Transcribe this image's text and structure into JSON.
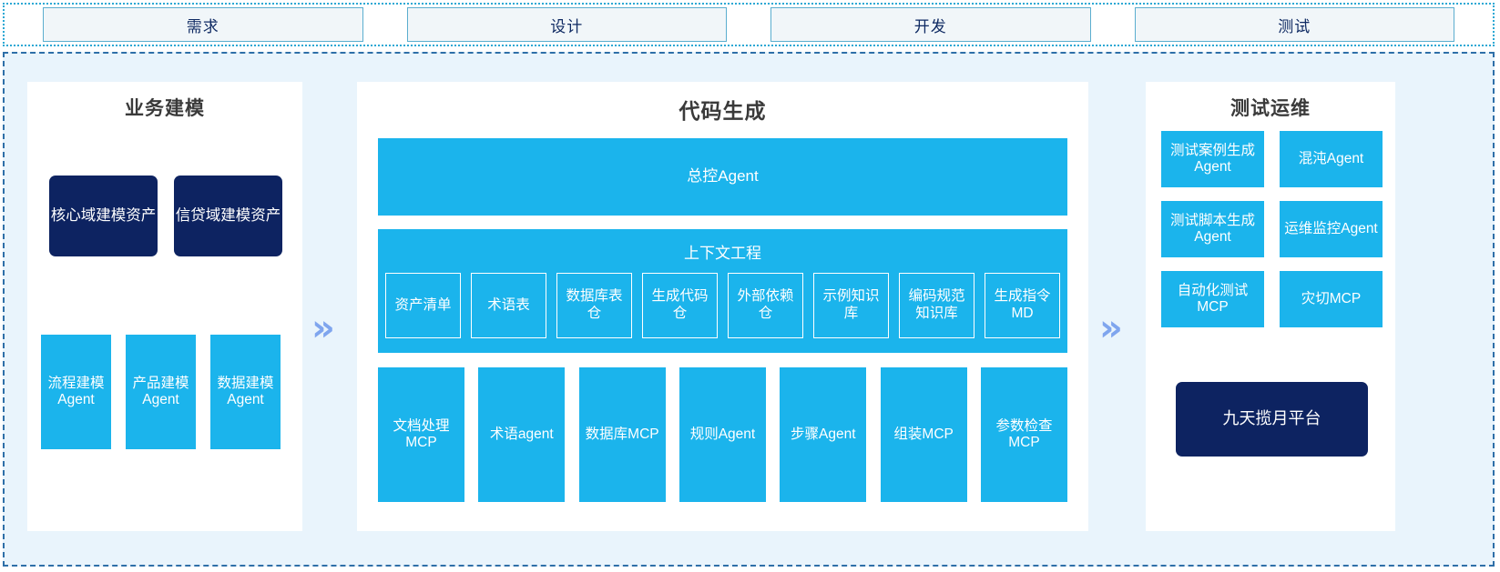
{
  "phases": {
    "items": [
      {
        "label": "需求"
      },
      {
        "label": "设计"
      },
      {
        "label": "开发"
      },
      {
        "label": "测试"
      }
    ]
  },
  "flow": {
    "chevron_left": "»",
    "chevron_right": "»",
    "chevron_color": "#7FA5EE"
  },
  "colors": {
    "accent_blue": "#1BB4EC",
    "navy": "#0D2361",
    "region_bg": "#E9F4FC",
    "phase_fill": "#F1F6F9",
    "phase_border": "#5BAECF",
    "region_border": "#2E6FA8",
    "band_border": "#2BA8D4",
    "panel_title": "#3A3A3A"
  },
  "business_panel": {
    "title": "业务建模",
    "assets": [
      {
        "label": "核心域建模资产"
      },
      {
        "label": "信贷域建模资产"
      }
    ],
    "agents": [
      {
        "label": "流程建模Agent"
      },
      {
        "label": "产品建模Agent"
      },
      {
        "label": "数据建模Agent"
      }
    ]
  },
  "code_panel": {
    "title": "代码生成",
    "master_agent": "总控Agent",
    "context": {
      "title": "上下文工程",
      "cells": [
        {
          "label": "资产清单"
        },
        {
          "label": "术语表"
        },
        {
          "label": "数据库表仓"
        },
        {
          "label": "生成代码仓"
        },
        {
          "label": "外部依赖仓"
        },
        {
          "label": "示例知识库"
        },
        {
          "label": "编码规范知识库"
        },
        {
          "label": "生成指令MD"
        }
      ]
    },
    "mcps": [
      {
        "label": "文档处理MCP"
      },
      {
        "label": "术语agent"
      },
      {
        "label": "数据库MCP"
      },
      {
        "label": "规则Agent"
      },
      {
        "label": "步骤Agent"
      },
      {
        "label": "组装MCP"
      },
      {
        "label": "参数检查MCP"
      }
    ]
  },
  "test_panel": {
    "title": "测试运维",
    "rows": [
      [
        {
          "label": "测试案例生成Agent"
        },
        {
          "label": "混沌Agent"
        }
      ],
      [
        {
          "label": "测试脚本生成Agent"
        },
        {
          "label": "运维监控Agent"
        }
      ],
      [
        {
          "label": "自动化测试MCP"
        },
        {
          "label": "灾切MCP"
        }
      ]
    ],
    "platform": "九天揽月平台"
  }
}
